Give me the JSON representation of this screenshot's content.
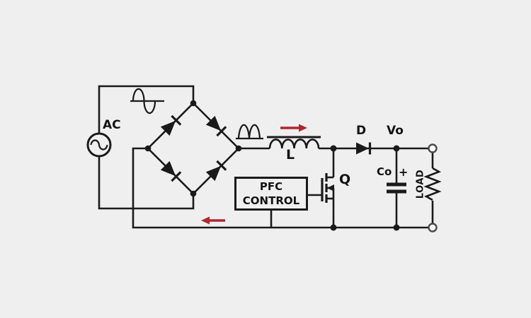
{
  "colors": {
    "line": "#1a1a1a",
    "accent": "#b02730",
    "bg": "#efefef",
    "label": "#131313"
  },
  "labels": {
    "ac_source": "AC",
    "inductor": "L",
    "mosfet": "Q",
    "boost_diode": "D",
    "output_voltage": "Vo",
    "output_capacitor": "Co",
    "capacitor_polarity": "+",
    "controller_line1": "PFC",
    "controller_line2": "CONTROL",
    "load": "LOAD"
  },
  "icons": {
    "ac_source": "sine-in-circle",
    "input_waveform": "sine-wave",
    "rectified_waveform": "double-hump-wave",
    "top_current_arrow": "arrow-right",
    "return_current_arrow": "arrow-left"
  }
}
